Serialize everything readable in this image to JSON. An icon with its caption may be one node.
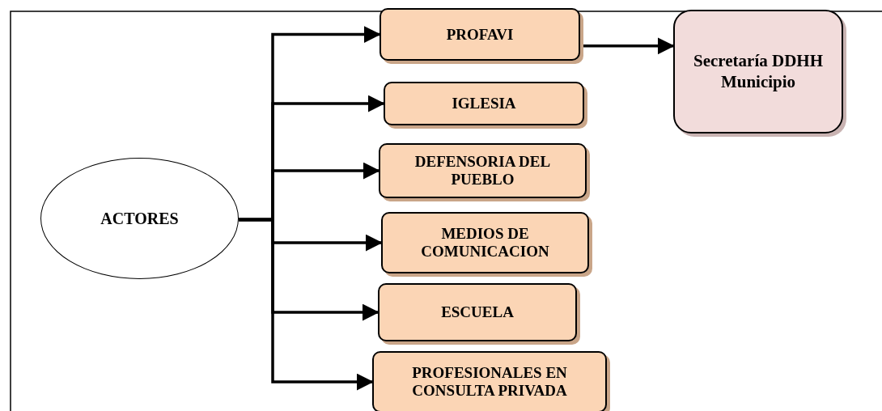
{
  "diagram": {
    "nodes": [
      {
        "text": [
          "ACTORES"
        ]
      },
      {
        "text": [
          "PROFAVI"
        ]
      },
      {
        "text": [
          "IGLESIA"
        ]
      },
      {
        "text": [
          "DEFENSORIA DEL PUEBLO"
        ]
      },
      {
        "text": [
          "MEDIOS DE COMUNICACION"
        ]
      },
      {
        "text": [
          "ESCUELA"
        ]
      },
      {
        "text": [
          "PROFESIONALES EN CONSULTA PRIVADA"
        ]
      },
      {
        "text": [
          "Secretaría DDHH Municipio"
        ]
      }
    ],
    "edges": [
      {
        "from": 0,
        "to": 1,
        "arrow": "to"
      },
      {
        "from": 0,
        "to": 2,
        "arrow": "to"
      },
      {
        "from": 0,
        "to": 3,
        "arrow": "to"
      },
      {
        "from": 0,
        "to": 4,
        "arrow": "to"
      },
      {
        "from": 0,
        "to": 5,
        "arrow": "to"
      },
      {
        "from": 0,
        "to": 6,
        "arrow": "to"
      },
      {
        "from": 1,
        "to": 7,
        "arrow": "to"
      }
    ]
  }
}
